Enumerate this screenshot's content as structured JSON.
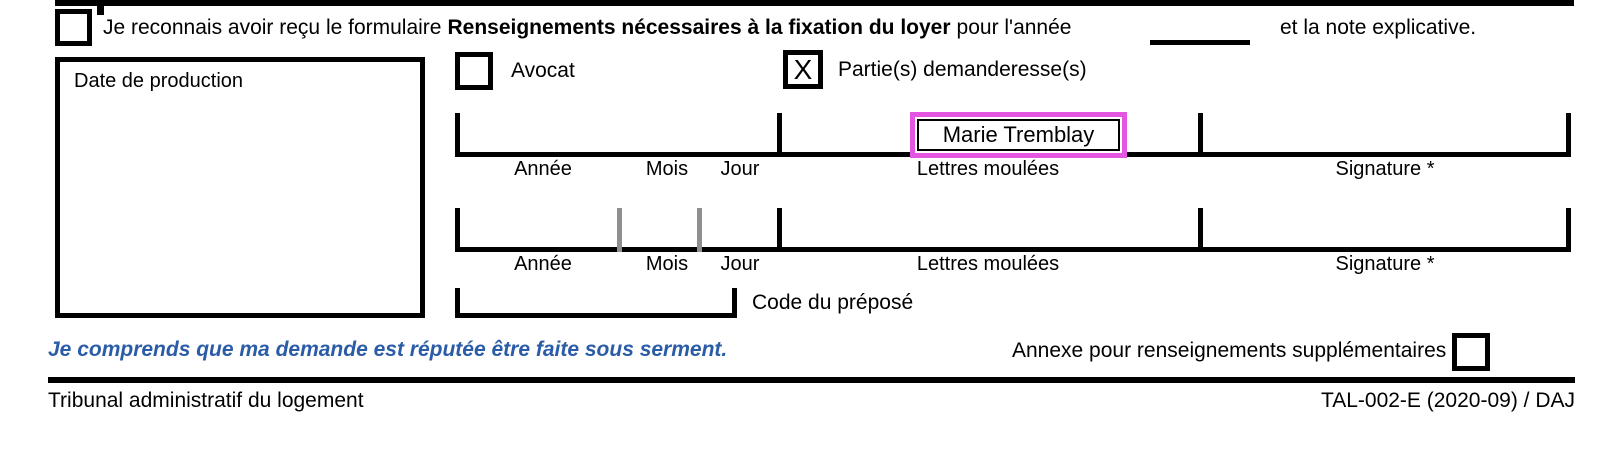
{
  "colors": {
    "highlight_border": "#e556e0",
    "statement_blue": "#2b5ca6",
    "tick_gray": "#8f8f8f"
  },
  "acknowledgement": {
    "checkbox_checked": false,
    "text_before": "Je reconnais avoir reçu le formulaire",
    "form_name_bold": "Renseignements nécessaires à la fixation du loyer",
    "text_middle": "pour l'année",
    "year_value": "",
    "text_after": "et la note explicative."
  },
  "date_box": {
    "label": "Date de production",
    "value": ""
  },
  "representative": {
    "avocat": {
      "label": "Avocat",
      "checked": false,
      "check_mark": ""
    },
    "partie": {
      "label": "Partie(s) demanderesse(s)",
      "checked": true,
      "check_mark": "X"
    }
  },
  "signature_rows": [
    {
      "date_labels": [
        "Année",
        "Mois",
        "Jour"
      ],
      "lettres_label": "Lettres moulées",
      "signature_label": "Signature *",
      "lettres_value": "Marie Tremblay",
      "highlighted": true
    },
    {
      "date_labels": [
        "Année",
        "Mois",
        "Jour"
      ],
      "lettres_label": "Lettres moulées",
      "signature_label": "Signature *",
      "lettres_value": "",
      "highlighted": false
    }
  ],
  "code_prepose": {
    "label": "Code du préposé",
    "value": ""
  },
  "statement": "Je comprends que ma demande est réputée être faite sous serment.",
  "annexe": {
    "label": "Annexe pour renseignements supplémentaires",
    "checked": false
  },
  "footer": {
    "left": "Tribunal administratif du logement",
    "right": "TAL-002-E (2020-09) / DAJ"
  }
}
